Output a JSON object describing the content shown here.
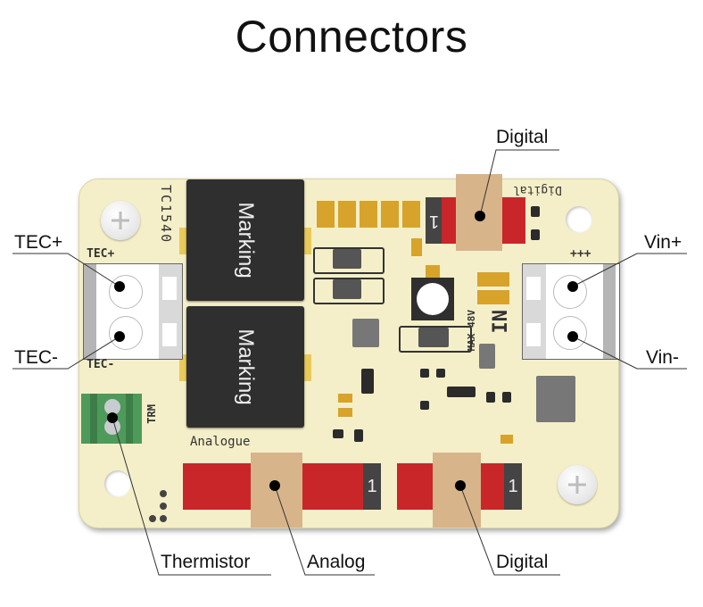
{
  "title": "Connectors",
  "callouts": {
    "digital_top": "Digital",
    "tec_plus": "TEC+",
    "tec_minus": "TEC-",
    "vin_plus": "Vin+",
    "vin_minus": "Vin-",
    "thermistor": "Thermistor",
    "analog": "Analog",
    "digital_bottom": "Digital"
  },
  "board": {
    "silkscreen": {
      "model": "TC1540",
      "tec_plus": "TEC+",
      "tec_minus": "TEC-",
      "trm": "TRM",
      "analogue": "Analogue",
      "digital": "Digital",
      "plus_marks": "+++",
      "max_voltage": "MAX 48V",
      "in": "IN",
      "pin1": "1"
    },
    "inductor_label": "Marking"
  },
  "colors": {
    "board": "#f4efc8",
    "header_red": "#c9262a",
    "tan_connector": "#d8b48a",
    "pad_gold": "#d8a32a",
    "thermistor_green": "#4e9a5a"
  }
}
